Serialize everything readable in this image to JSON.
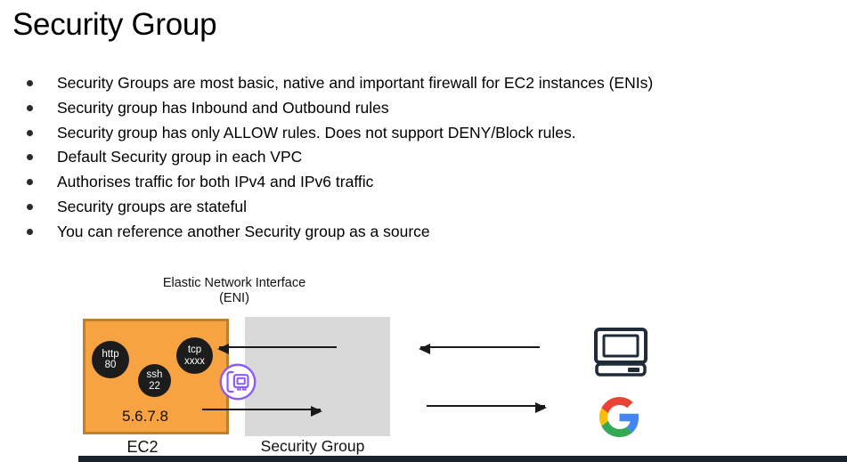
{
  "title": "Security Group",
  "bullets": [
    "Security Groups are most basic, native and important firewall for EC2 instances (ENIs)",
    "Security group has Inbound and Outbound rules",
    "Security group has only ALLOW rules. Does not support DENY/Block rules.",
    "Default Security group in each VPC",
    "Authorises traffic for both IPv4 and IPv6 traffic",
    "Security groups are stateful",
    "You can reference another Security group as a source"
  ],
  "diagram": {
    "eni_label": {
      "line1": "Elastic Network Interface",
      "line2": "(ENI)"
    },
    "ec2": {
      "label": "EC2",
      "ip": "5.6.7.8"
    },
    "security_group": {
      "label": "Security Group"
    },
    "ports": [
      {
        "line1": "http",
        "line2": "80"
      },
      {
        "line1": "ssh",
        "line2": "22"
      },
      {
        "line1": "tcp",
        "line2": "xxxx"
      }
    ],
    "icons": {
      "eni": "eni-network-card-icon",
      "client": "computer-icon",
      "google": "google-logo"
    },
    "colors": {
      "ec2_fill": "#F7A341",
      "ec2_border": "#C07F2A",
      "sg_fill": "#D9D9D9",
      "port_circle": "#1C1C1C",
      "eni_purple": "#8C5CF6",
      "computer_navy": "#202B3A",
      "arrow": "#1A1A1A",
      "google_blue": "#4285F4",
      "google_red": "#EA4335",
      "google_yellow": "#FBBC05",
      "google_green": "#34A853",
      "bottom_bar": "#1A222E"
    }
  }
}
